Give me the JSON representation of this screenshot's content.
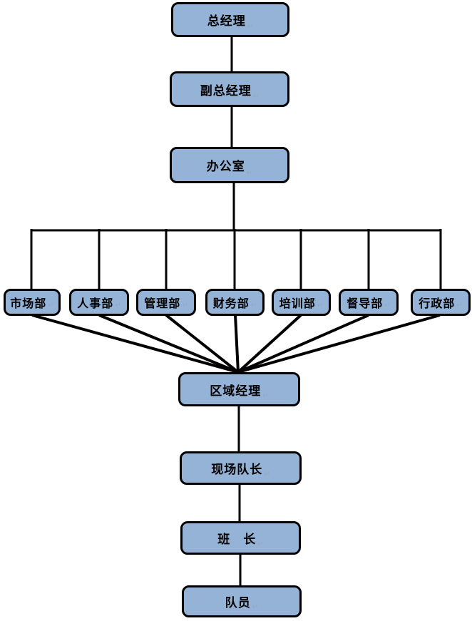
{
  "diagram": {
    "return_mark": "↵",
    "colors": {
      "node_fill": "#95B3D7",
      "node_border": "#000000",
      "connector": "#000000"
    },
    "nodes": {
      "general_manager": "总经理",
      "deputy_general_manager": "副总经理",
      "office": "办公室",
      "departments": [
        "市场部",
        "人事部",
        "管理部",
        "财务部",
        "培训部",
        "督导部",
        "行政部"
      ],
      "regional_manager": "区域经理",
      "site_captain": "现场队长",
      "squad_leader": "班　长",
      "team_member": "队员"
    }
  }
}
